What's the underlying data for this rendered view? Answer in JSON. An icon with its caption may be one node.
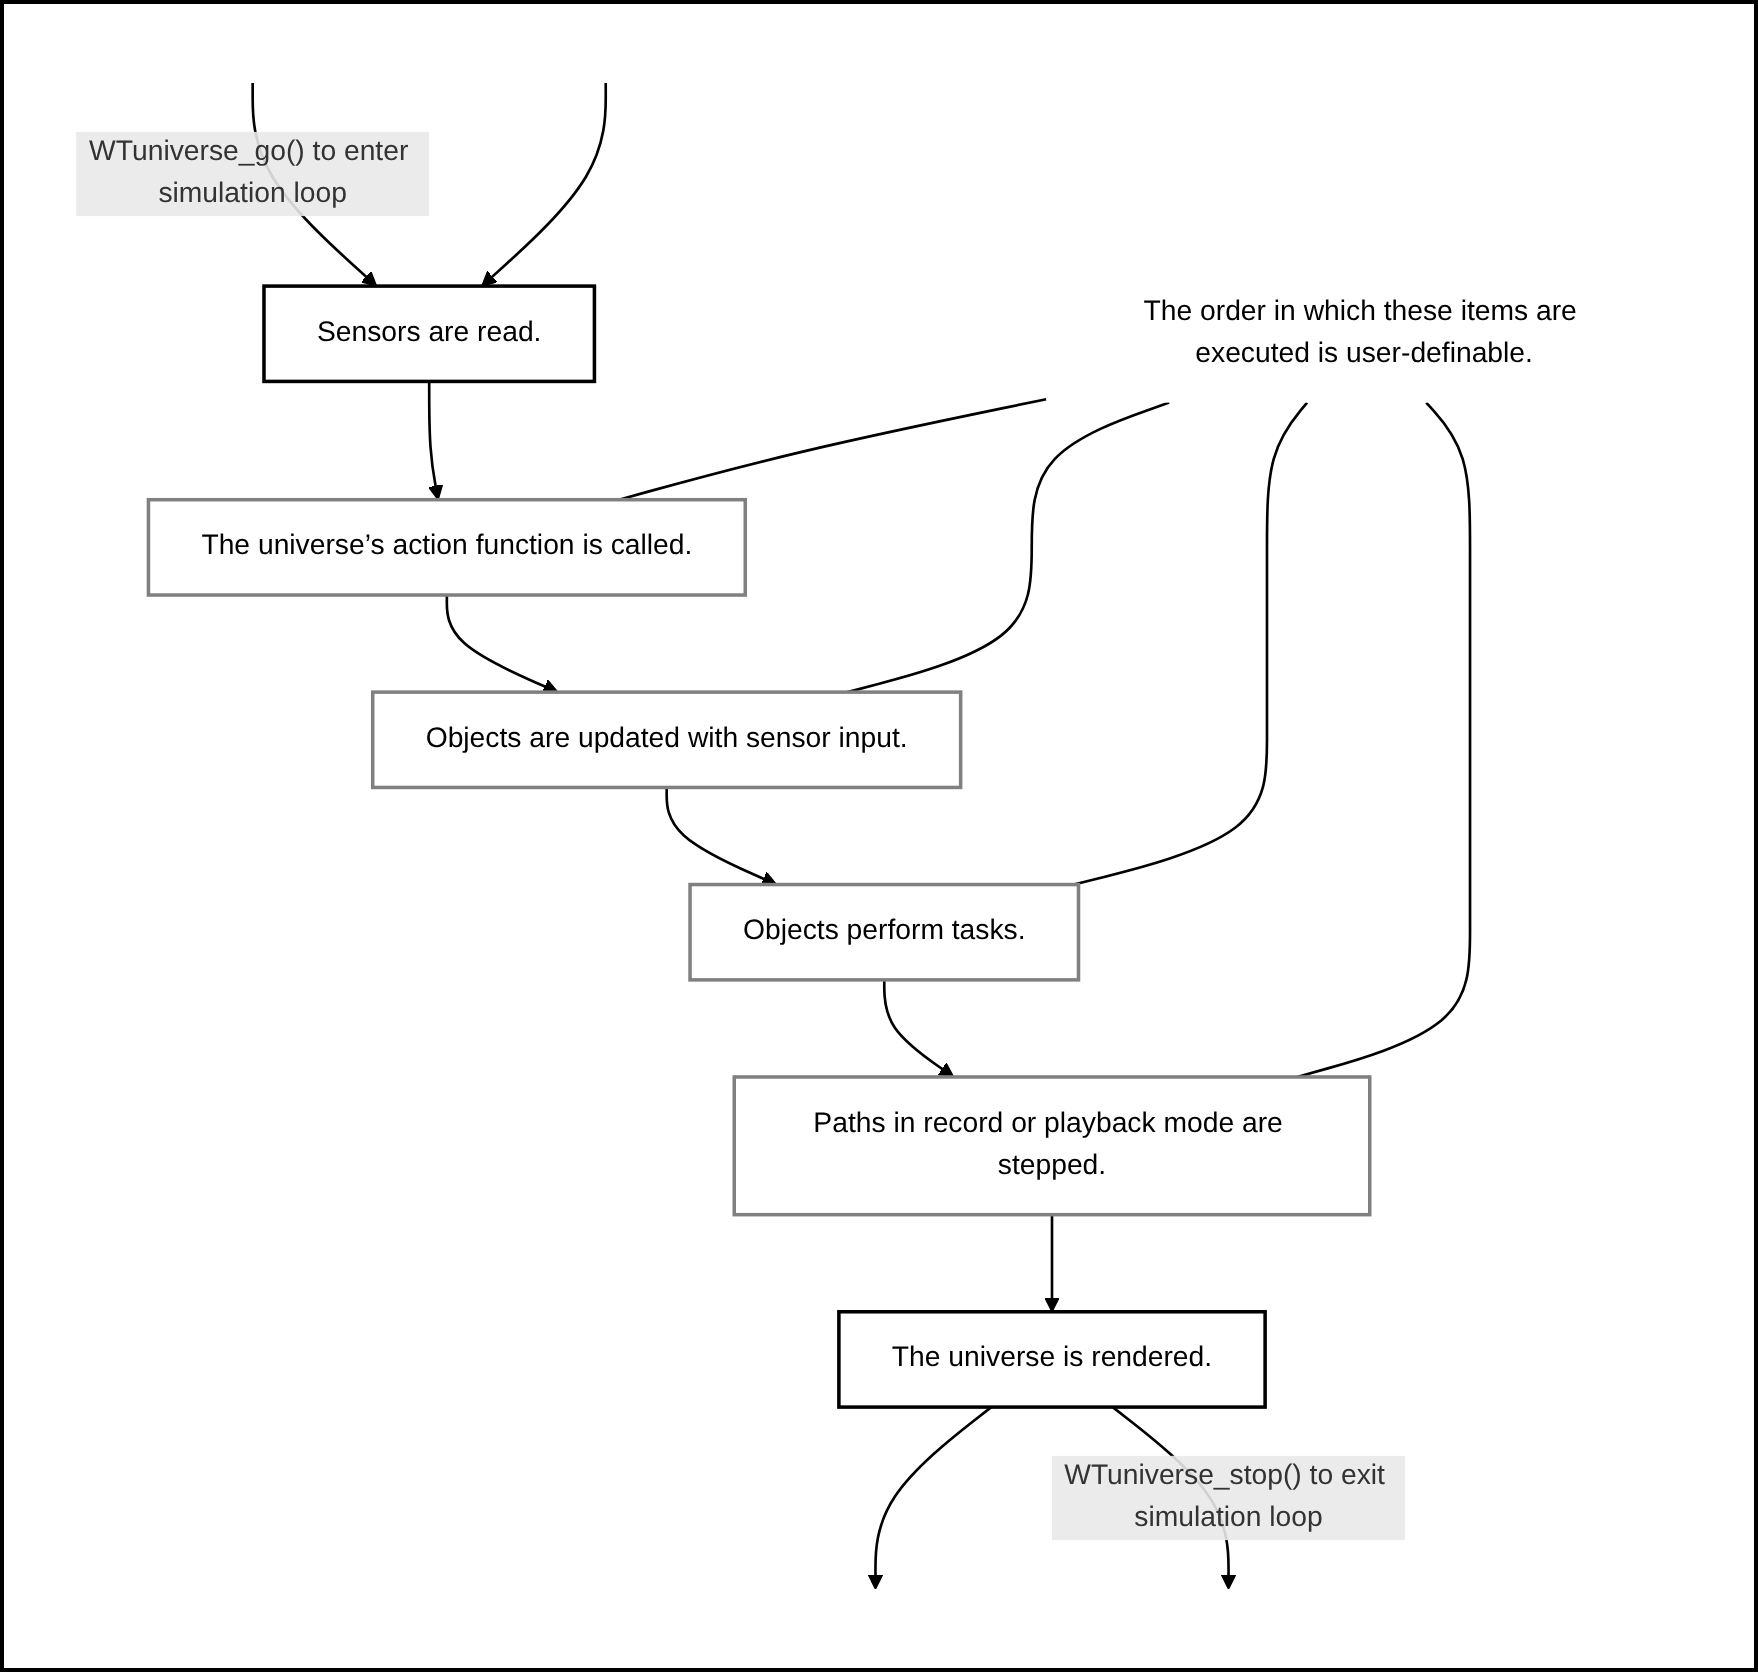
{
  "diagram": {
    "nodes": [
      {
        "text": [
          "Sensors are read."
        ]
      },
      {
        "text": [
          "The universe’s action function is called."
        ]
      },
      {
        "text": [
          "Objects are updated with sensor input."
        ]
      },
      {
        "text": [
          "Objects perform tasks."
        ]
      },
      {
        "text": [
          "Paths in record or playback mode are stepped."
        ]
      },
      {
        "text": [
          "The universe is rendered."
        ]
      },
      {
        "text": [
          "The order in which these items are executed is user-definable."
        ]
      }
    ],
    "edges": [
      {
        "from": null,
        "to": 0,
        "arrow": "to",
        "label": "WTuniverse_go() to enter simulation loop"
      },
      {
        "from": null,
        "to": 0,
        "arrow": "to"
      },
      {
        "from": 0,
        "to": 1,
        "arrow": "to"
      },
      {
        "from": 1,
        "to": 2,
        "arrow": "to"
      },
      {
        "from": 2,
        "to": 3,
        "arrow": "to"
      },
      {
        "from": 3,
        "to": 4,
        "arrow": "to"
      },
      {
        "from": 4,
        "to": 5,
        "arrow": "to"
      },
      {
        "from": 5,
        "to": null,
        "arrow": "to"
      },
      {
        "from": 5,
        "to": null,
        "arrow": "to",
        "label": "WTuniverse_stop() to exit simulation loop"
      },
      {
        "from": 6,
        "to": 1,
        "arrow": "none"
      },
      {
        "from": 6,
        "to": 2,
        "arrow": "none"
      },
      {
        "from": 6,
        "to": 3,
        "arrow": "none"
      },
      {
        "from": 6,
        "to": 4,
        "arrow": "none"
      }
    ]
  }
}
